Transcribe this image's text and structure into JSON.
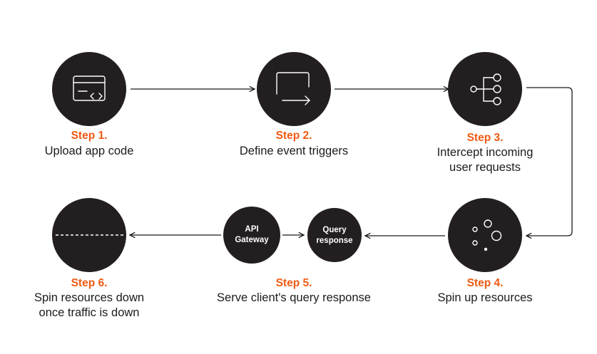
{
  "colors": {
    "node": "#231f20",
    "accent": "#ee5a12",
    "text": "#1b1b1b",
    "icon": "#ffffff"
  },
  "steps": [
    {
      "label": "Step 1.",
      "desc": [
        "Upload app code"
      ],
      "icon": "code-window-icon"
    },
    {
      "label": "Step 2.",
      "desc": [
        "Define event triggers"
      ],
      "icon": "trigger-arrow-icon"
    },
    {
      "label": "Step 3.",
      "desc": [
        "Intercept incoming",
        "user requests"
      ],
      "icon": "branch-network-icon"
    },
    {
      "label": "Step 4.",
      "desc": [
        "Spin up resources"
      ],
      "icon": "bubbles-icon"
    },
    {
      "label": "Step 5.",
      "desc": [
        "Serve client's query response"
      ],
      "icon": ""
    },
    {
      "label": "Step 6.",
      "desc": [
        "Spin resources down",
        "once traffic is down"
      ],
      "icon": "dashed-line-icon"
    }
  ],
  "nodes": {
    "api_gateway": [
      "API",
      "Gateway"
    ],
    "query_response": [
      "Query",
      "response"
    ]
  }
}
